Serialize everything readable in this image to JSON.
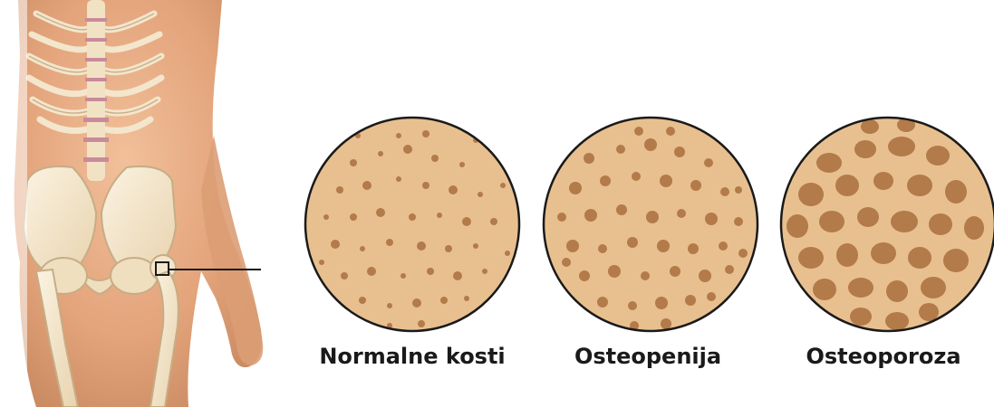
{
  "labels": {
    "normal": "Normalne kosti",
    "osteopenia": "Osteopenija",
    "osteoporosis": "Osteoporoza"
  },
  "colors": {
    "bone_fill": "#e8c08f",
    "pore_dark": "#b37a4a",
    "pore_light": "#f4e0c4",
    "skin": "#e3a880",
    "bone_white": "#f6ecd8",
    "outline": "#222222"
  },
  "samples": [
    {
      "key": "normal",
      "pore_density": "low",
      "pore_size": "small"
    },
    {
      "key": "osteopenia",
      "pore_density": "medium",
      "pore_size": "medium"
    },
    {
      "key": "osteoporosis",
      "pore_density": "high",
      "pore_size": "large"
    }
  ]
}
